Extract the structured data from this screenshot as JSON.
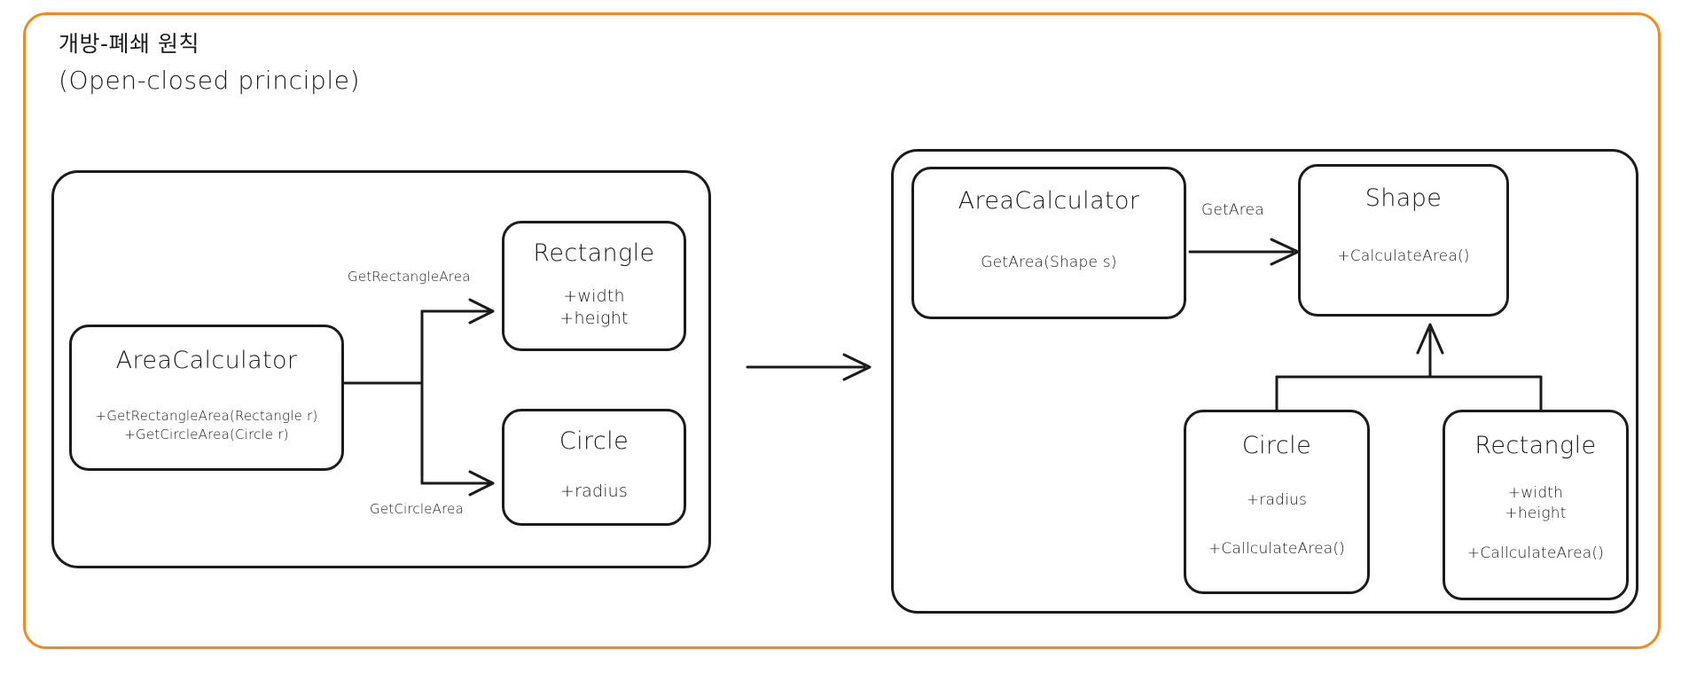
{
  "frame": {
    "border_color": "#f08c1e"
  },
  "title": {
    "korean": "개방-폐쇄 원칙",
    "english": "(Open-closed principle)"
  },
  "before": {
    "area_calculator": {
      "name": "AreaCalculator",
      "members": "+GetRectangleArea(Rectangle r)\n+GetCircleArea(Circle r)"
    },
    "rectangle": {
      "name": "Rectangle",
      "members": "+width\n+height"
    },
    "circle": {
      "name": "Circle",
      "members": "+radius"
    },
    "edges": {
      "to_rectangle": "GetRectangleArea",
      "to_circle": "GetCircleArea"
    }
  },
  "after": {
    "area_calculator": {
      "name": "AreaCalculator",
      "members": "GetArea(Shape s)"
    },
    "shape": {
      "name": "Shape",
      "members": "+CalculateArea()"
    },
    "circle": {
      "name": "Circle",
      "members": "+radius",
      "method": "+CallculateArea()"
    },
    "rectangle": {
      "name": "Rectangle",
      "members": "+width\n+height",
      "method": "+CallculateArea()"
    },
    "edges": {
      "get_area": "GetArea"
    }
  }
}
